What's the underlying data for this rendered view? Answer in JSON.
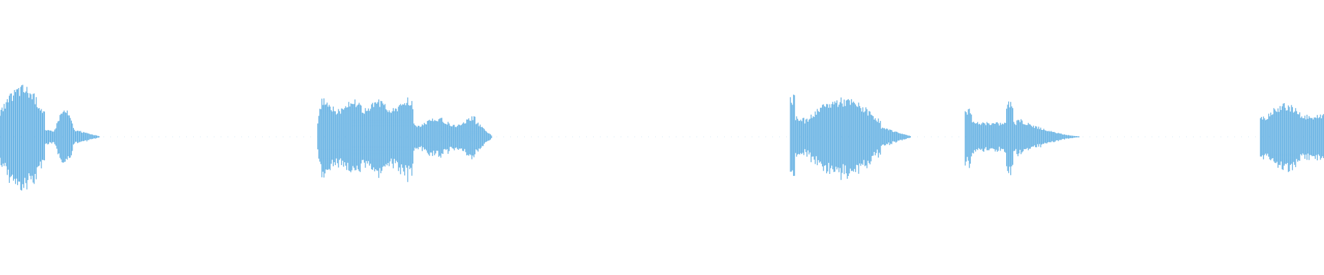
{
  "waveform": {
    "color": "#5dade2",
    "background": "#ffffff",
    "segments": [
      {
        "id": "segment-1",
        "start": 0.0,
        "end": 0.075
      },
      {
        "id": "segment-2",
        "start": 0.24,
        "end": 0.372
      },
      {
        "id": "segment-3",
        "start": 0.597,
        "end": 0.688
      },
      {
        "id": "segment-4",
        "start": 0.729,
        "end": 0.815
      },
      {
        "id": "segment-5",
        "start": 0.952,
        "end": 1.0
      }
    ]
  }
}
